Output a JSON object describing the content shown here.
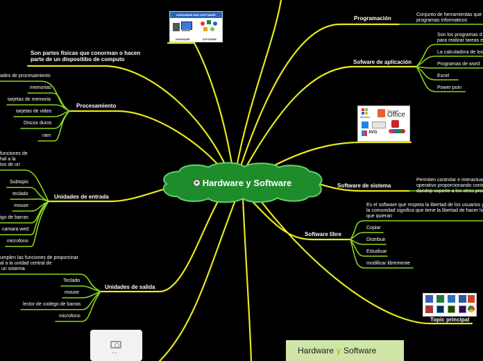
{
  "central": {
    "title": "Hardware y Software"
  },
  "top_left_image": {
    "title": "HARDWARE AND SOFTWARE",
    "left_caption": "HARDWARE",
    "right_caption": "SOFTWARE"
  },
  "hardware_def": "Son partes físicas que conorman o hacen parte de  un dispositibo de computo",
  "procesamiento": {
    "label": "Procesamiento",
    "items": [
      "ades de procesamiento",
      "memorias",
      "tarjetas de memoria",
      "tarjetas de video",
      "Discos duros",
      "ram"
    ]
  },
  "entrada_desc": "funciones de\nhal a la\ntos de un",
  "entrada": {
    "label": "Unidades de entrada",
    "items": [
      "Subtopic",
      "teclado",
      "mouse",
      "igo de barras",
      "camara wed",
      "microfono"
    ]
  },
  "salida_desc": "umplen las funciones de proporcinar\nal a la unidad central de\n un sistema",
  "salida": {
    "label": "Unidades de salida",
    "items": [
      "Teclado",
      "mouse",
      "lector de codego de barras",
      "microfono"
    ]
  },
  "programacion": {
    "label": "Programación",
    "desc": "Conjunto de herramientas que\nprogramas informaticos"
  },
  "aplicacion": {
    "label": "Sofware de aplicación",
    "items": [
      "Son los programas d\npara realizar tareas e",
      "La calculadora de los",
      "Programas de word",
      "Excel",
      "Power poin"
    ]
  },
  "logos_image": {
    "office": "Office",
    "microsoft": "Microsoft",
    "windows": "Windows",
    "avg": "AVG"
  },
  "sistema": {
    "label": "Software de sistema",
    "desc": "Permiten controlar e interactua\noperativo proporcionando contr\ndandop soporte a los otros prog"
  },
  "libre": {
    "label": "Software libre",
    "desc": "Es el software que respeta la libertad de los usuarios y\nla comunidad significa que tiene la libertad de hacer lo\nque quieran",
    "items": [
      "Copiar",
      "Distribuir",
      "Estudiuar",
      "modificar libremente"
    ]
  },
  "topic_principal": {
    "label": "Topic principal"
  },
  "bottom_card": {
    "word1": "Hardware",
    "word2": "y",
    "word3": "Software"
  },
  "colors": {
    "background": "#000000",
    "branch": "#e8e81e",
    "subbranch": "#8ad61e",
    "central_fill": "#1e8c2a"
  }
}
